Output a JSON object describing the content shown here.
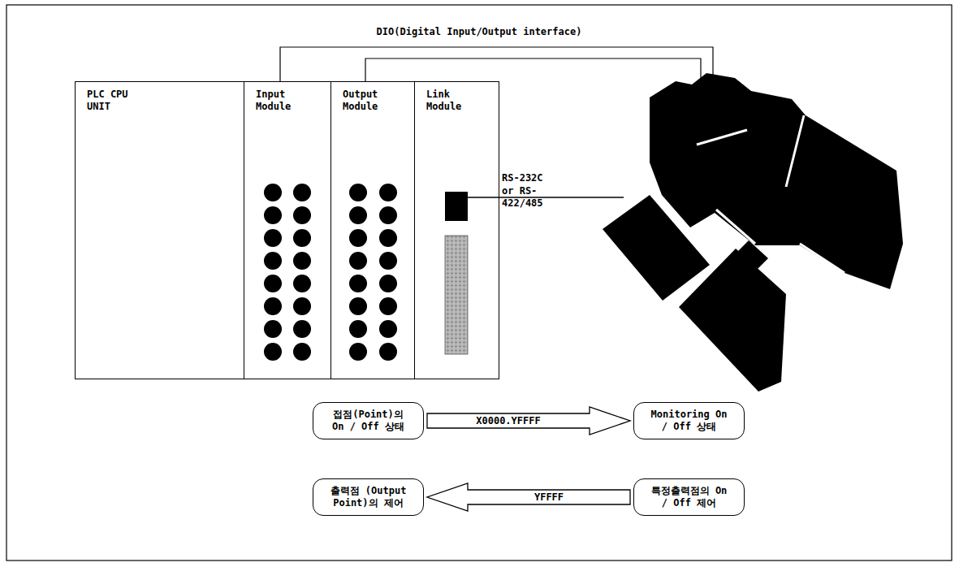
{
  "diagram": {
    "nodes": [
      {
        "text": [
          "PLC CPU UNIT"
        ]
      },
      {
        "text": [
          "Input Module"
        ]
      },
      {
        "text": [
          "Output Module"
        ]
      },
      {
        "text": [
          "Link Module"
        ]
      },
      {
        "text": [
          "접점(Point)의 On / Off 상태"
        ]
      },
      {
        "text": [
          "Monitoring On / Off 상태"
        ]
      },
      {
        "text": [
          "출력점 (Output Point)의 제어"
        ]
      },
      {
        "text": [
          "특정출력점의 On / Off 제어"
        ]
      }
    ],
    "edges": [
      {
        "from": 4,
        "to": 5,
        "label": "X0000.YFFFF",
        "arrow": "to"
      },
      {
        "from": 7,
        "to": 6,
        "label": "YFFFF",
        "arrow": "to"
      }
    ],
    "labels": [
      "DIO(Digital Input/Output interface)",
      "RS-232C or RS-422/485"
    ]
  }
}
